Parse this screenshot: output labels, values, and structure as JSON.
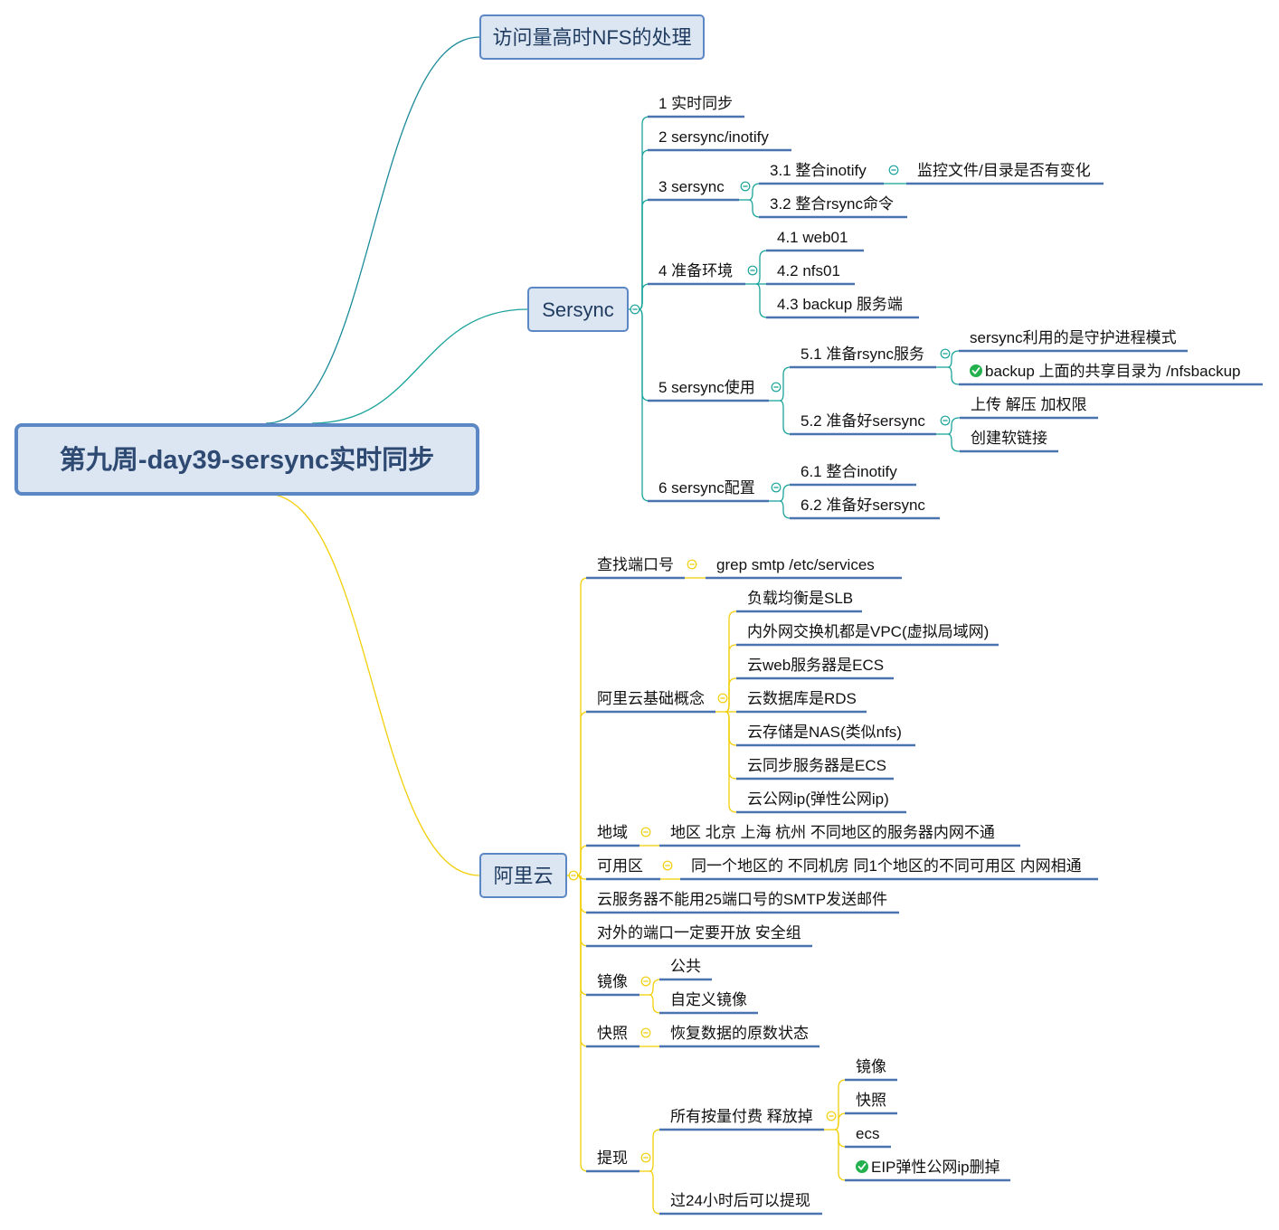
{
  "root": {
    "label": "第九周-day39-sersync实时同步"
  },
  "topic_nfs": {
    "label": "访问量高时NFS的处理"
  },
  "topic_sersync": {
    "label": "Sersync",
    "items": [
      {
        "label": "1 实时同步"
      },
      {
        "label": "2 sersync/inotify"
      },
      {
        "label": "3 sersync",
        "children": [
          {
            "label": "3.1 整合inotify",
            "children": [
              {
                "label": "监控文件/目录是否有变化"
              }
            ]
          },
          {
            "label": "3.2 整合rsync命令"
          }
        ]
      },
      {
        "label": "4 准备环境",
        "children": [
          {
            "label": "4.1 web01"
          },
          {
            "label": "4.2 nfs01"
          },
          {
            "label": "4.3 backup 服务端"
          }
        ]
      },
      {
        "label": "5 sersync使用",
        "children": [
          {
            "label": "5.1 准备rsync服务",
            "children": [
              {
                "label": "sersync利用的是守护进程模式"
              },
              {
                "label": "backup 上面的共享目录为 /nfsbackup",
                "checked": true
              }
            ]
          },
          {
            "label": "5.2 准备好sersync",
            "children": [
              {
                "label": "上传 解压 加权限"
              },
              {
                "label": "创建软链接"
              }
            ]
          }
        ]
      },
      {
        "label": "6 sersync配置",
        "children": [
          {
            "label": "6.1 整合inotify"
          },
          {
            "label": "6.2 准备好sersync"
          }
        ]
      }
    ]
  },
  "topic_aliyun": {
    "label": "阿里云",
    "items": [
      {
        "label": "查找端口号",
        "children": [
          {
            "label": "grep smtp /etc/services"
          }
        ]
      },
      {
        "label": "阿里云基础概念",
        "children": [
          {
            "label": "负载均衡是SLB"
          },
          {
            "label": "内外网交换机都是VPC(虚拟局域网)"
          },
          {
            "label": "云web服务器是ECS"
          },
          {
            "label": "云数据库是RDS"
          },
          {
            "label": "云存储是NAS(类似nfs)"
          },
          {
            "label": "云同步服务器是ECS"
          },
          {
            "label": "云公网ip(弹性公网ip)"
          }
        ]
      },
      {
        "label": "地域",
        "children": [
          {
            "label": "地区 北京 上海 杭州    不同地区的服务器内网不通"
          }
        ]
      },
      {
        "label": "可用区",
        "children": [
          {
            "label": "同一个地区的 不同机房  同1个地区的不同可用区 内网相通"
          }
        ]
      },
      {
        "label": "云服务器不能用25端口号的SMTP发送邮件"
      },
      {
        "label": "对外的端口一定要开放 安全组"
      },
      {
        "label": "镜像",
        "children": [
          {
            "label": "公共"
          },
          {
            "label": "自定义镜像"
          }
        ]
      },
      {
        "label": "快照",
        "children": [
          {
            "label": "恢复数据的原数状态"
          }
        ]
      },
      {
        "label": "提现",
        "children": [
          {
            "label": "所有按量付费 释放掉",
            "children": [
              {
                "label": "镜像"
              },
              {
                "label": "快照"
              },
              {
                "label": "ecs"
              },
              {
                "label": "EIP弹性公网ip删掉",
                "checked": true
              }
            ]
          },
          {
            "label": "过24小时后可以提现"
          }
        ]
      }
    ]
  },
  "colors": {
    "box_fill": "#dce6f2",
    "box_border": "#5b87c5",
    "underline": "#4a74b0",
    "sersync_branch": "#1aa39a",
    "aliyun_branch": "#f2cf0a",
    "check": "#22b14c"
  }
}
